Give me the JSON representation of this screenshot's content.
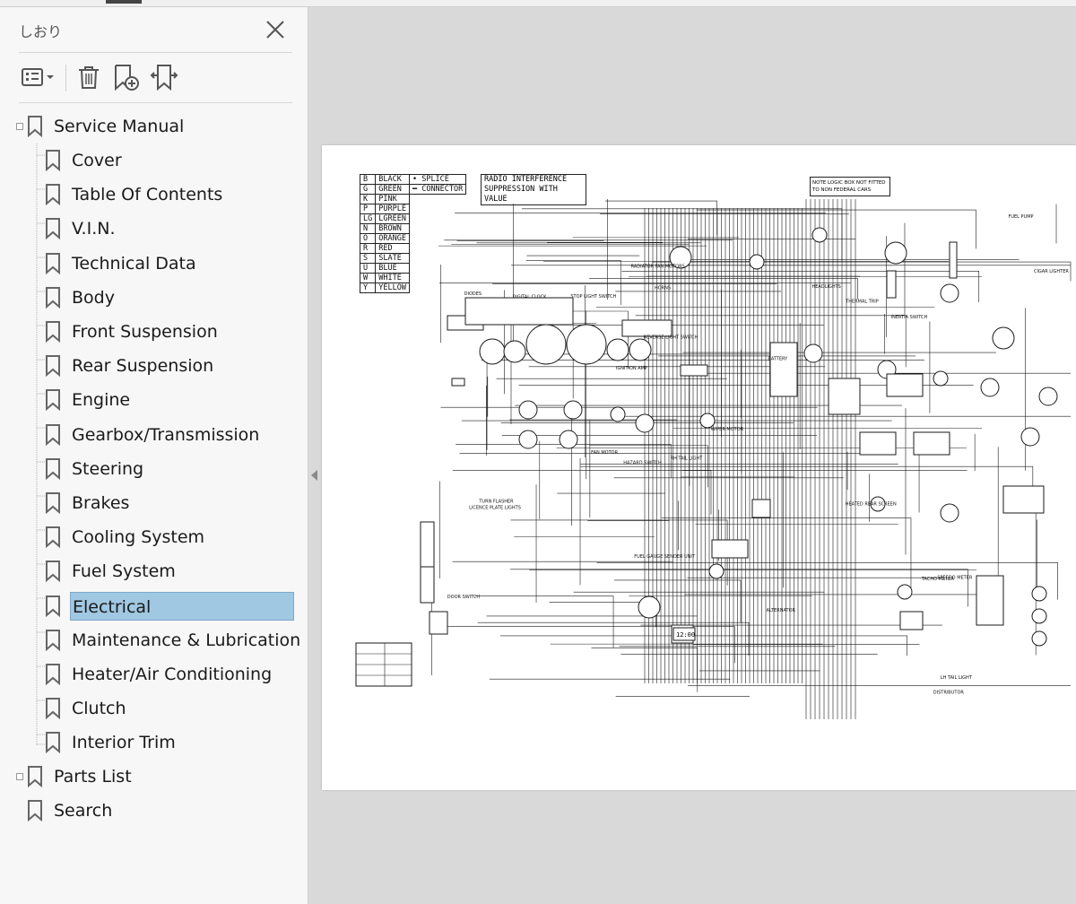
{
  "window": {
    "panel_title": "しおり"
  },
  "toolbar": {
    "options_icon": "list-options-icon",
    "delete_icon": "trash-icon",
    "new_bookmark_icon": "bookmark-add-icon",
    "expand_icon": "bookmark-expand-icon"
  },
  "bookmarks": {
    "root1": "Service Manual",
    "children": [
      "Cover",
      "Table Of Contents",
      "V.I.N.",
      "Technical Data",
      "Body",
      "Front Suspension",
      "Rear Suspension",
      "Engine",
      "Gearbox/Transmission",
      "Steering",
      "Brakes",
      "Cooling System",
      "Fuel System",
      "Electrical",
      "Maintenance & Lubrication",
      "Heater/Air Conditioning",
      "Clutch",
      "Interior Trim"
    ],
    "selected": "Electrical",
    "root2": "Parts List",
    "root3": "Search"
  },
  "document": {
    "color_legend": [
      [
        "B",
        "BLACK"
      ],
      [
        "G",
        "GREEN"
      ],
      [
        "K",
        "PINK"
      ],
      [
        "P",
        "PURPLE"
      ],
      [
        "LG",
        "LGREEN"
      ],
      [
        "N",
        "BROWN"
      ],
      [
        "O",
        "ORANGE"
      ],
      [
        "R",
        "RED"
      ],
      [
        "S",
        "SLATE"
      ],
      [
        "U",
        "BLUE"
      ],
      [
        "W",
        "WHITE"
      ],
      [
        "Y",
        "YELLOW"
      ]
    ],
    "symbol_legend": [
      [
        "SPLICE"
      ],
      [
        "CONNECTOR"
      ]
    ],
    "radio_note": "RADIO INTERFERENCE SUPPRESSION WITH VALUE",
    "note_box": "NOTE LOGIC BOX NOT FITTED TO NON FEDERAL CARS",
    "labels": [
      "FUEL PUMP",
      "IGNITION AMP",
      "DISTRIBUTOR",
      "INERTIA SWITCH",
      "FUEL GAUGE SENDER UNIT",
      "ALTERNATOR",
      "BATTERY",
      "TACHO METER",
      "SPEEDO METER",
      "HEATED REAR SCREEN",
      "DOOR SWITCH",
      "CIGAR LIGHTER",
      "WIPER MOTOR",
      "HORNS",
      "REVERSE LIGHT SWITCH",
      "STOP LIGHT SWITCH",
      "DIGITAL CLOCK",
      "FAN MOTOR",
      "RADIATOR FAN MOTORS",
      "THERMAL TRIP",
      "DIODES",
      "TURN FLASHER",
      "HAZARD SWITCH",
      "LICENCE PLATE LIGHTS",
      "LH TAIL LIGHT",
      "RH TAIL LIGHT",
      "HEADLIGHTS"
    ],
    "clock": "12:00",
    "colors": {
      "ink": "#1a1a1a",
      "selection": "#a0c8e2",
      "page_bg": "#ffffff",
      "viewer_bg": "#d9d9d9"
    }
  }
}
